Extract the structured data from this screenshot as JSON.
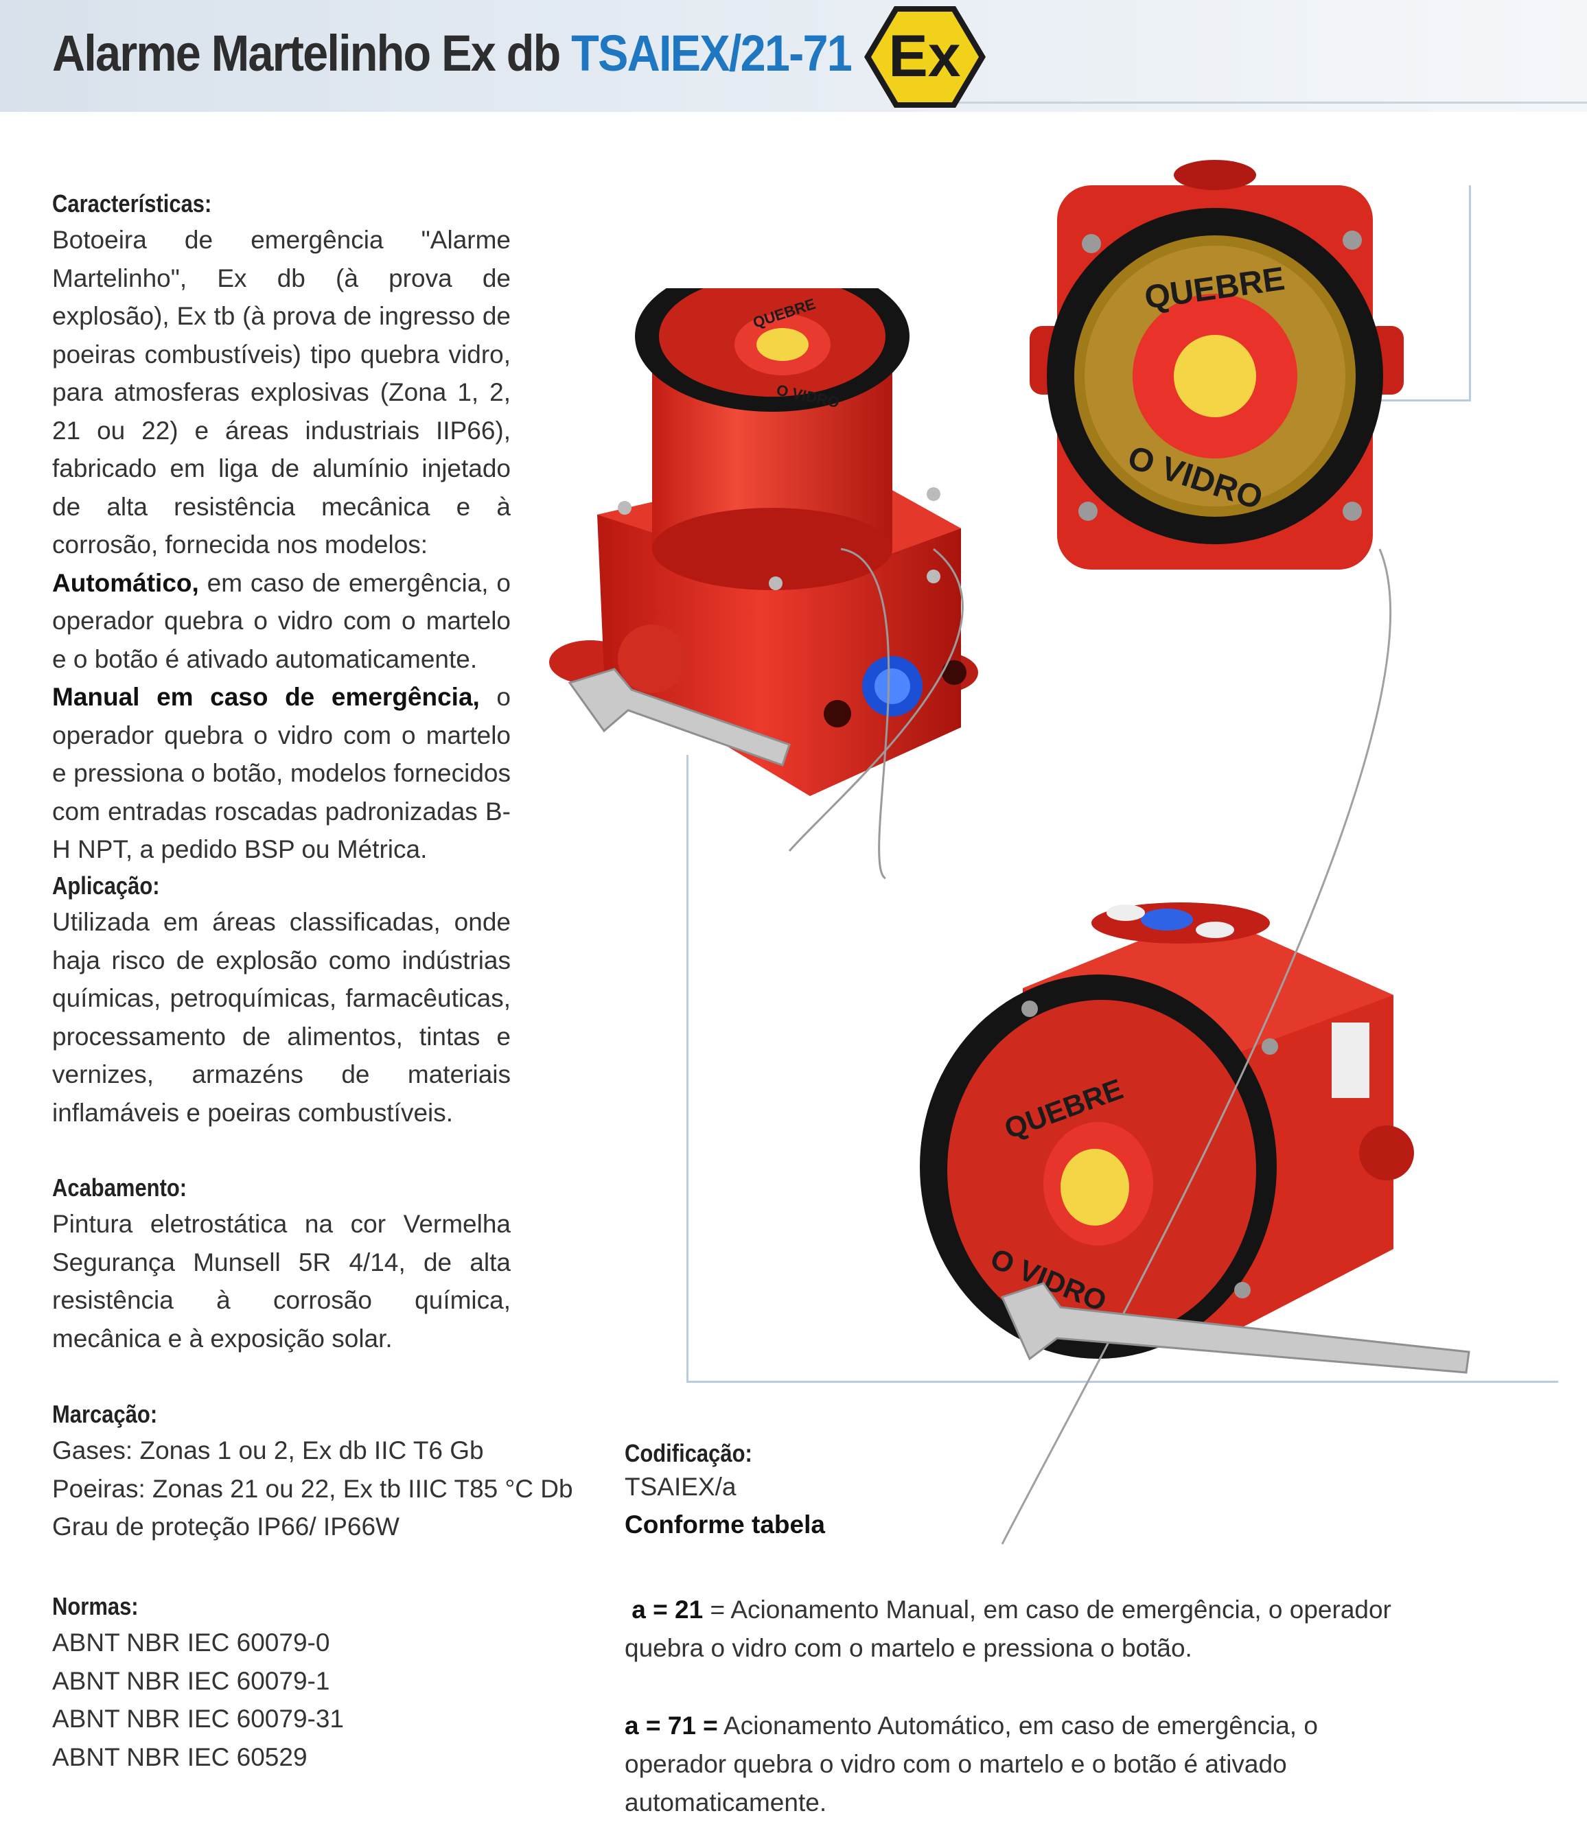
{
  "header": {
    "title_main": "Alarme Martelinho Ex db ",
    "title_model": "TSAIEX/21-71",
    "ex_logo_text": "Ex",
    "accent_color": "#1f77c1",
    "logo_color": "#f2d11b"
  },
  "caracteristicas": {
    "heading": "Características:",
    "body": "Botoeira de emergência \"Alarme Martelinho\", Ex db (à prova de explosão), Ex tb (à prova de ingresso de poeiras combustíveis) tipo quebra vidro, para atmosferas explosivas (Zona 1, 2, 21 ou 22) e áreas industriais IIP66), fabricado em liga de alumínio injetado de alta resistência mecânica e à corrosão, fornecida nos modelos:",
    "auto_label": "Automático,",
    "auto_text": " em caso de emergência, o operador quebra o vidro com o martelo e o botão é ativado automaticamente.",
    "manual_label": "Manual em caso de emergência,",
    "manual_text": " o operador quebra o vidro com o martelo e pressiona o botão, modelos fornecidos com entradas roscadas padronizadas B-H NPT, a pedido BSP ou Métrica."
  },
  "aplicacao": {
    "heading": "Aplicação:",
    "body": "Utilizada em áreas classificadas, onde haja risco de explosão como indústrias químicas, petroquímicas, farmacêuticas, processamento de alimentos, tintas e vernizes, armazéns de materiais inflamáveis e poeiras combustíveis."
  },
  "acabamento": {
    "heading": "Acabamento:",
    "body": "Pintura eletrostática na cor Vermelha Segurança Munsell 5R 4/14, de alta resistência à corrosão química, mecânica e à exposição solar."
  },
  "marcacao": {
    "heading": "Marcação:",
    "lines": [
      "Gases: Zonas 1 ou 2, Ex db IIC T6 Gb",
      "Poeiras: Zonas 21 ou 22, Ex tb IIIC T85 °C Db",
      "Grau de proteção IP66/ IP66W"
    ]
  },
  "normas": {
    "heading": "Normas:",
    "lines": [
      "ABNT NBR IEC 60079-0",
      "ABNT NBR IEC 60079-1",
      "ABNT NBR IEC 60079-31",
      "ABNT NBR IEC 60529"
    ]
  },
  "codificacao": {
    "heading": "Codificação:",
    "code": "TSAIEX/a",
    "table_ref": "Conforme tabela",
    "option_21_label": "a =  21",
    "option_21_text": " = Acionamento Manual, em caso de emergência, o operador quebra o vidro com o martelo e pressiona o botão.",
    "option_71_label": "a = 71 =",
    "option_71_text": " Acionamento Automático, em caso de emergência, o operador quebra o vidro com o martelo e o botão é ativado automaticamente."
  },
  "product_labels": {
    "ring_top": "QUEBRE",
    "ring_bottom": "O VIDRO"
  },
  "colors": {
    "housing_red": "#e0271e",
    "button_yellow": "#f4d545"
  }
}
